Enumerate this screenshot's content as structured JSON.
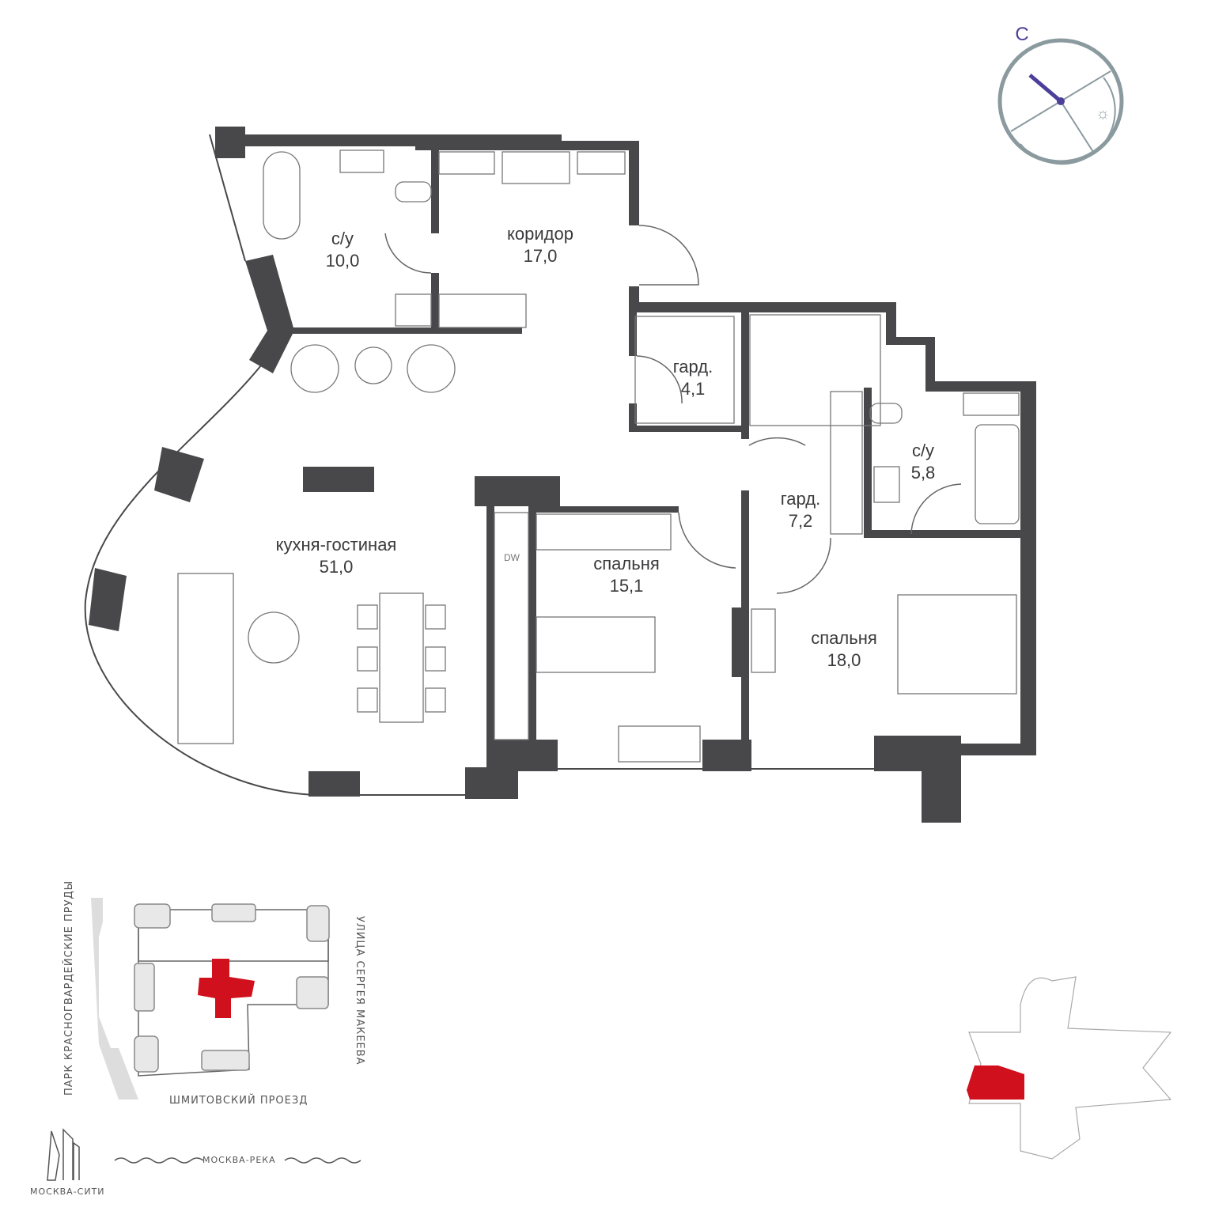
{
  "compass": {
    "north_label": "С",
    "sun_icon": "sun-icon"
  },
  "rooms": [
    {
      "name": "с/у",
      "area": "10,0"
    },
    {
      "name": "коридор",
      "area": "17,0"
    },
    {
      "name": "гард.",
      "area": "4,1"
    },
    {
      "name": "с/у",
      "area": "5,8"
    },
    {
      "name": "гард.",
      "area": "7,2"
    },
    {
      "name": "кухня-гостиная",
      "area": "51,0"
    },
    {
      "name": "спальня",
      "area": "15,1"
    },
    {
      "name": "спальня",
      "area": "18,0"
    }
  ],
  "appliance_label": "DW",
  "site_plan": {
    "park": "ПАРК КРАСНОГВАРДЕЙСКИЕ ПРУДЫ",
    "street_right": "УЛИЦА СЕРГЕЯ МАКЕЕВА",
    "street_bottom": "ШМИТОВСКИЙ ПРОЕЗД",
    "river": "МОСКВА-РЕКА",
    "landmark": "МОСКВА-СИТИ"
  },
  "colors": {
    "wall": "#48484b",
    "highlight": "#d0101c",
    "compass": "#8a9a9e",
    "north": "#4b3f9a"
  }
}
